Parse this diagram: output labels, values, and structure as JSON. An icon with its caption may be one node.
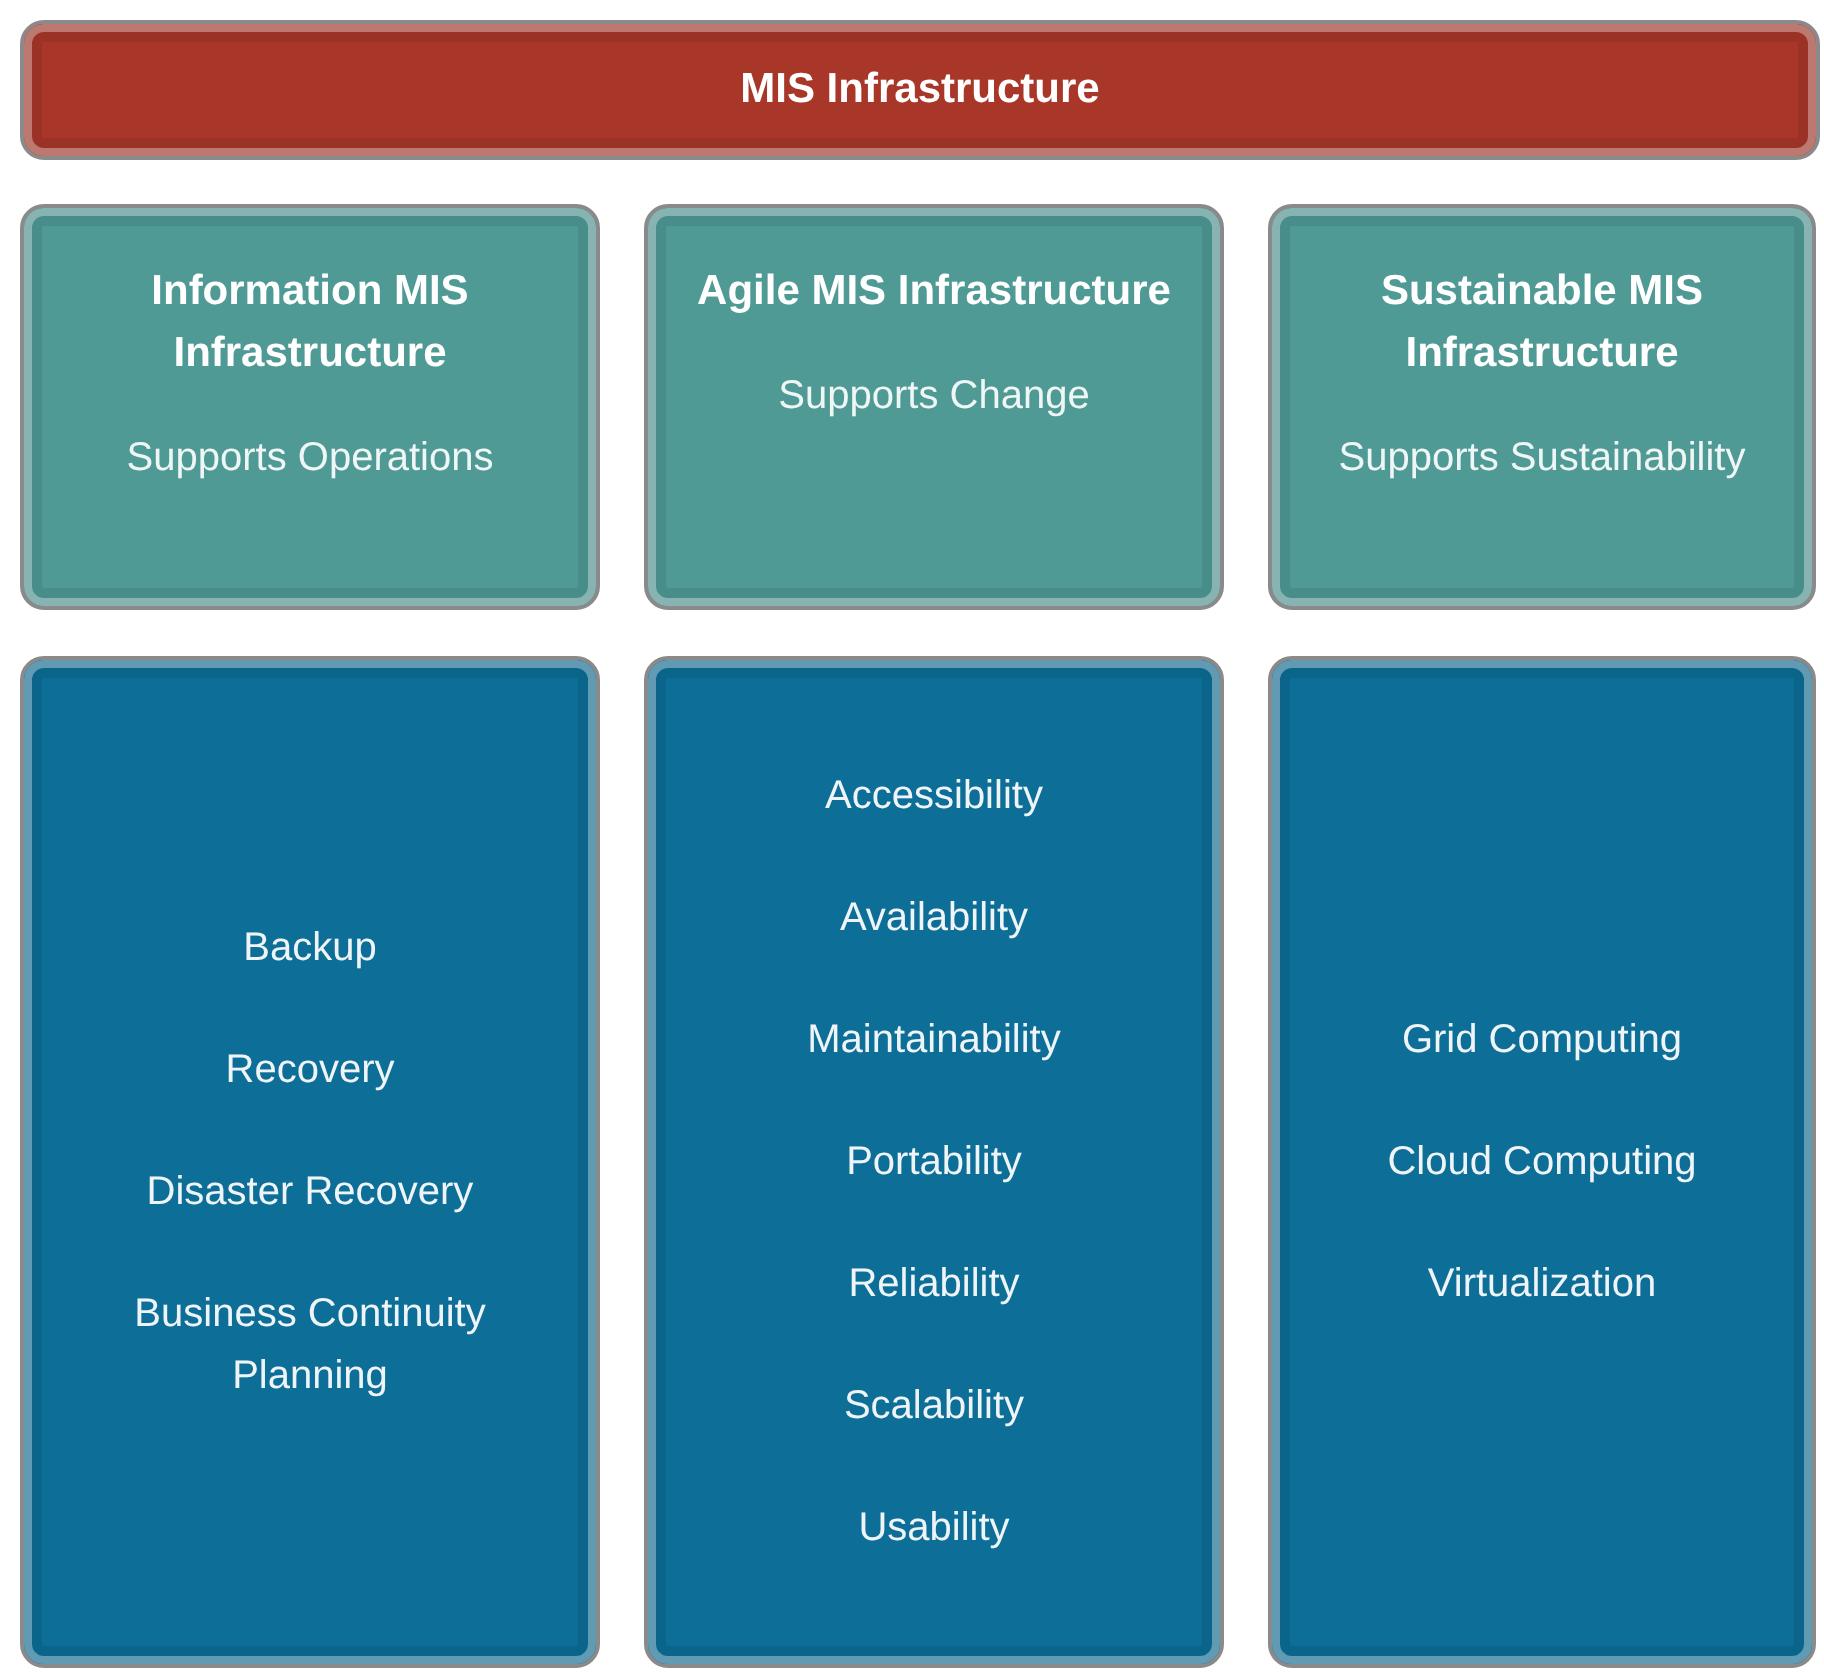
{
  "diagram": {
    "nodes": [
      {
        "text": [
          "MIS Infrastructure"
        ]
      },
      {
        "text": [
          "Information MIS Infrastructure",
          "Supports Operations"
        ]
      },
      {
        "text": [
          "Agile MIS Infrastructure",
          "Supports Change"
        ]
      },
      {
        "text": [
          "Sustainable MIS Infrastructure",
          "Supports Sustainability"
        ]
      },
      {
        "text": [
          "Backup",
          "Recovery",
          "Disaster Recovery",
          "Business Continuity Planning"
        ]
      },
      {
        "text": [
          "Accessibility",
          "Availability",
          "Maintainability",
          "Portability",
          "Reliability",
          "Scalability",
          "Usability"
        ]
      },
      {
        "text": [
          "Grid Computing",
          "Cloud Computing",
          "Virtualization"
        ]
      }
    ]
  }
}
